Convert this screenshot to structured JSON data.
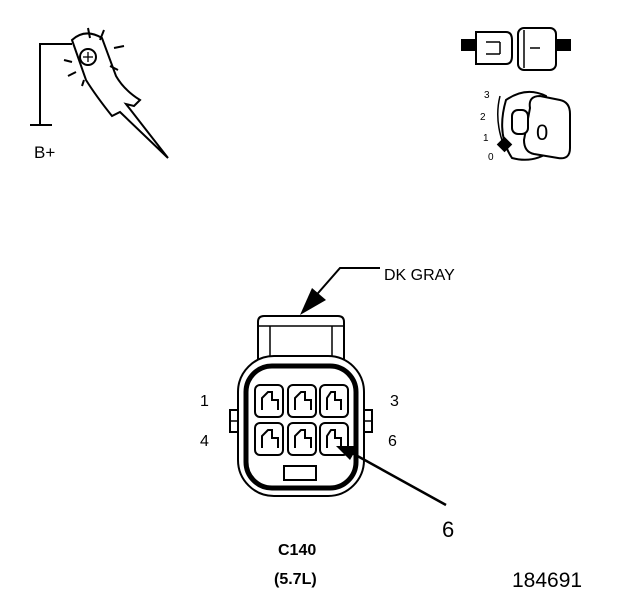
{
  "test_light": {
    "label": "B+"
  },
  "ignition": {
    "positions": [
      "3",
      "2",
      "1",
      "0"
    ],
    "key_label": "0"
  },
  "connector": {
    "color_label": "DK GRAY",
    "pin_labels": {
      "p1": "1",
      "p3": "3",
      "p4": "4",
      "p6": "6"
    },
    "callout_pin": "6",
    "name": "C140",
    "engine": "(5.7L)"
  },
  "figure_id": "184691",
  "colors": {
    "ink": "#000000",
    "background": "#ffffff"
  }
}
